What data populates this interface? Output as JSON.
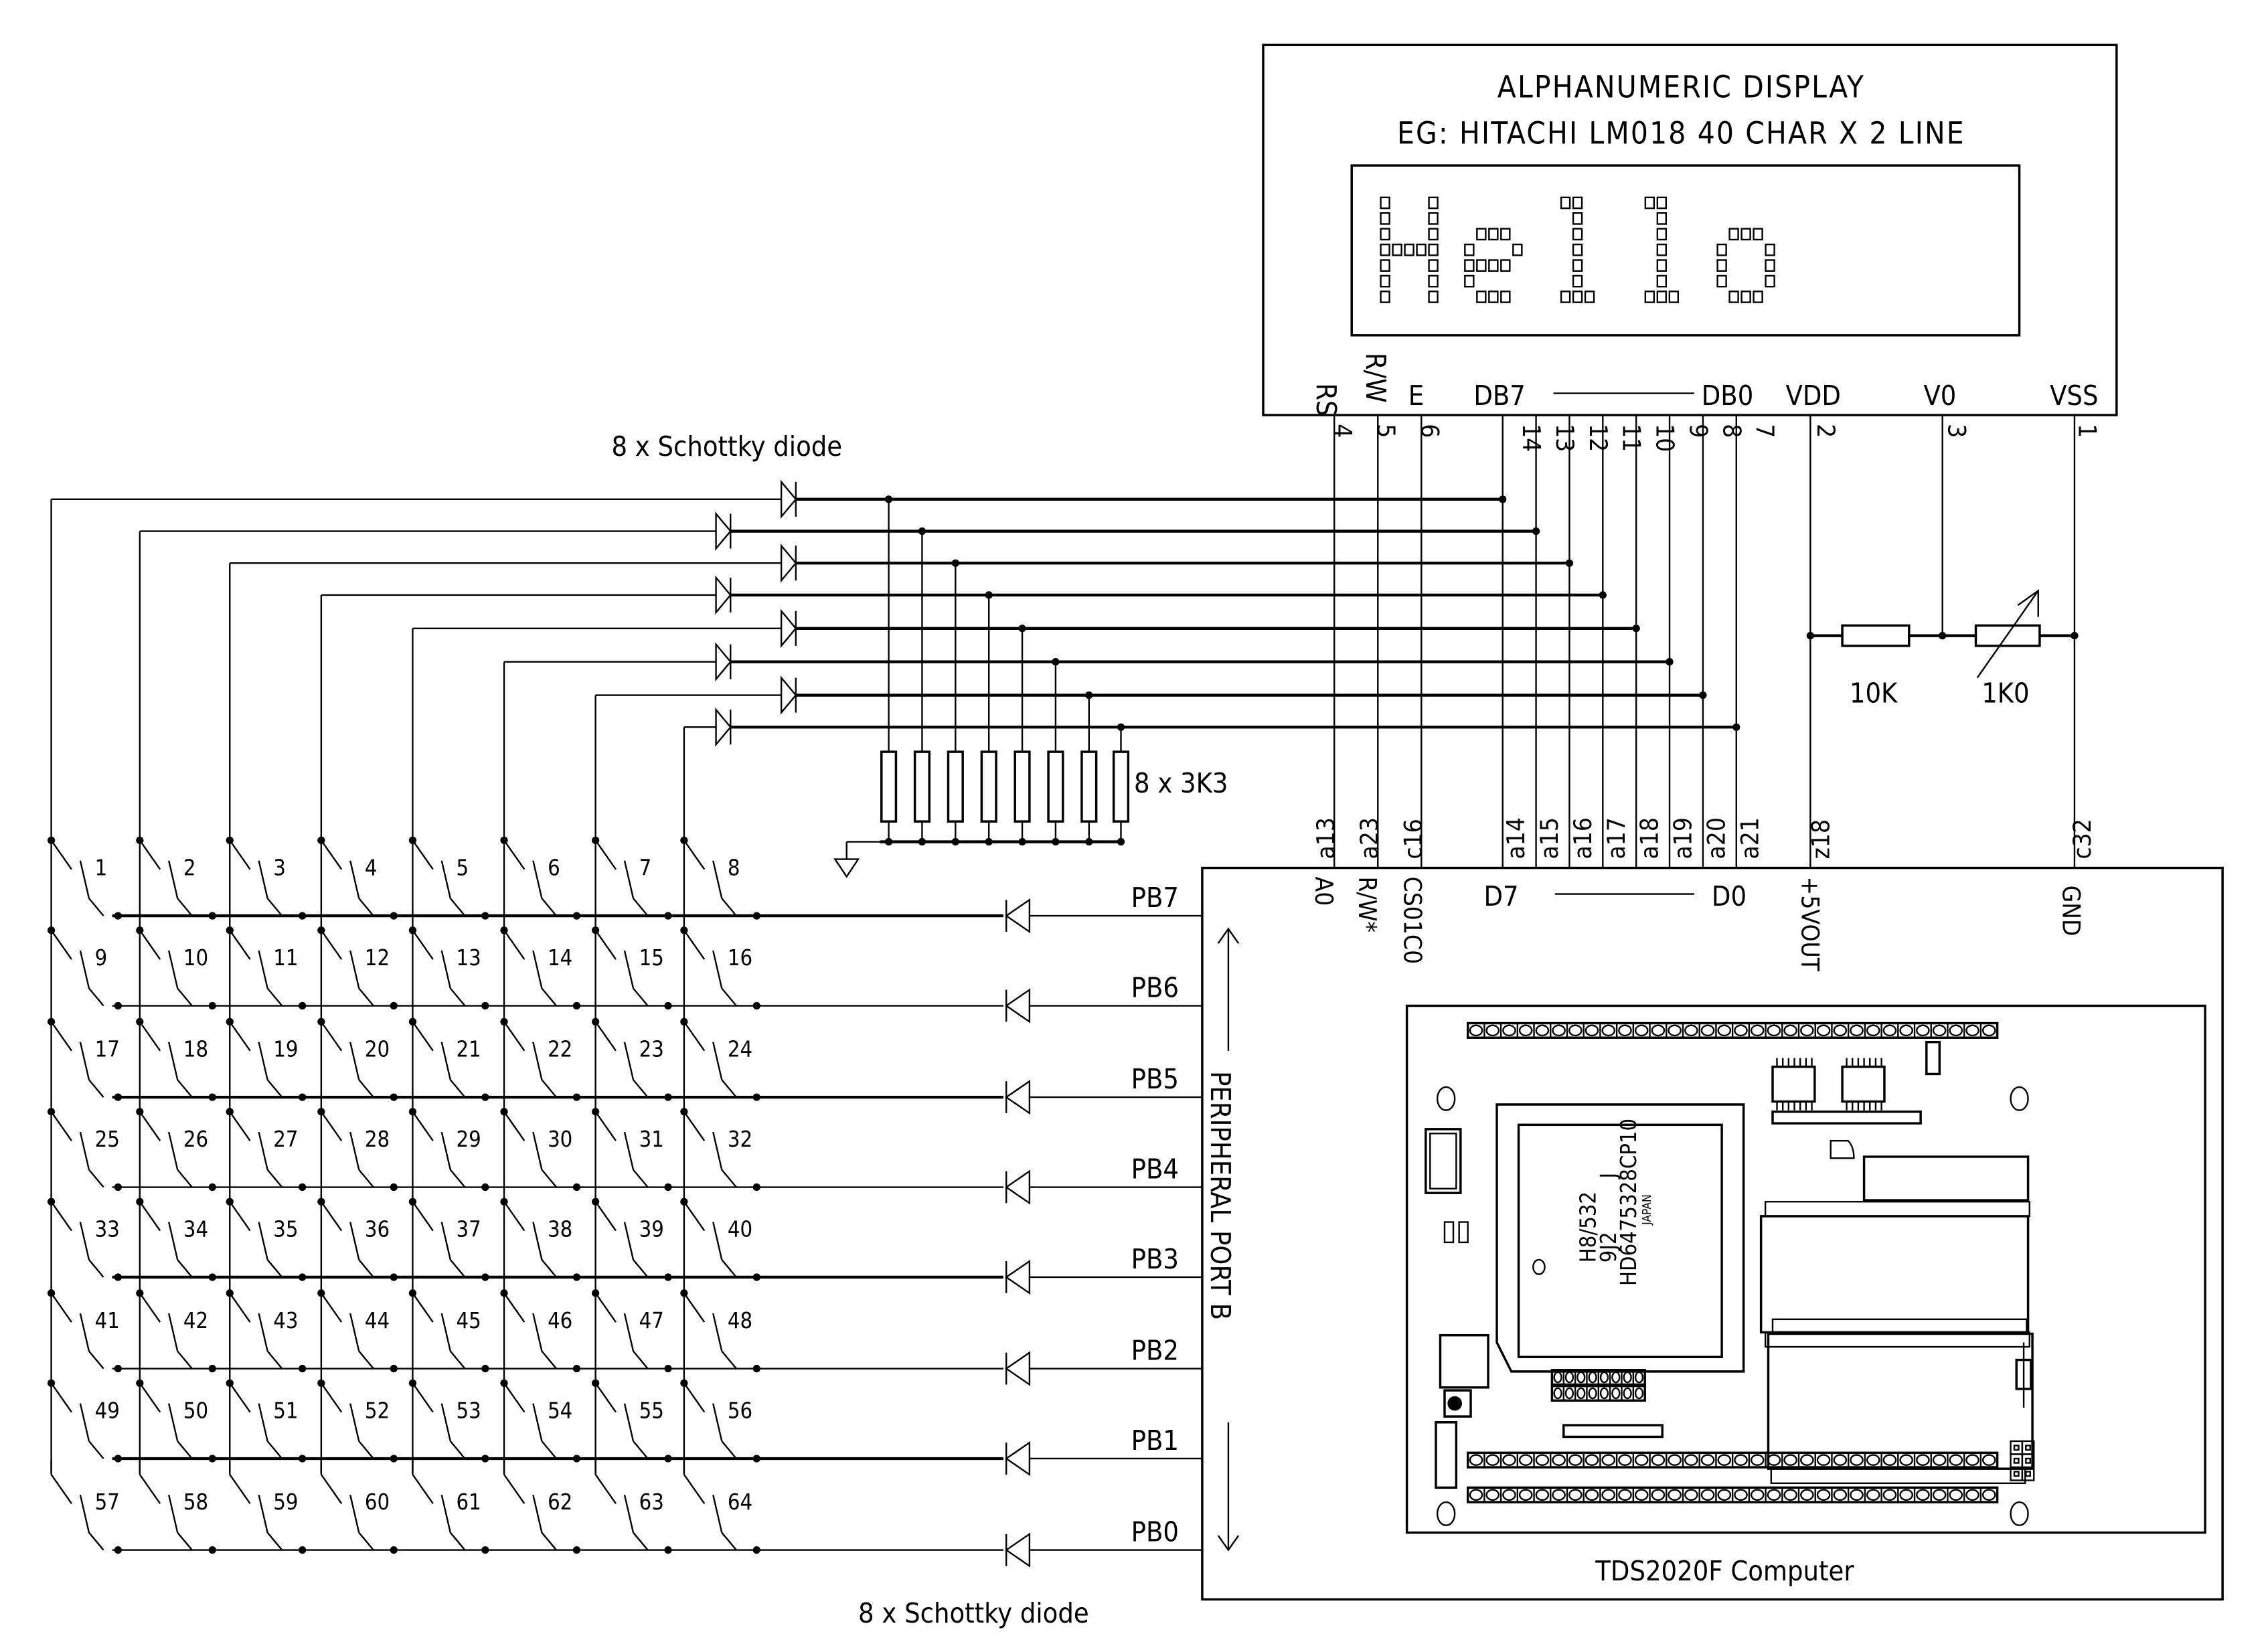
{
  "display": {
    "title": "ALPHANUMERIC DISPLAY",
    "subtitle": "EG: HITACHI LM018 40 CHAR X 2 LINE",
    "screen_text": "Hello",
    "signal_labels": {
      "rs": "RS",
      "rw": "R/W",
      "e": "E",
      "db7": "DB7",
      "db0": "DB0",
      "vdd": "VDD",
      "v0": "V0",
      "vss": "VSS"
    },
    "pins": {
      "rs": "4",
      "rw": "5",
      "e": "6",
      "data": [
        "14",
        "13",
        "12",
        "11",
        "10",
        "9",
        "8",
        "7"
      ],
      "vdd": "2",
      "v0": "3",
      "vss": "1"
    }
  },
  "contrast": {
    "fixed_resistor": "10K",
    "variable_resistor": "1K0"
  },
  "pullups": {
    "label": "8 x 3K3"
  },
  "diodes": {
    "top_label": "8 x Schottky diode",
    "bottom_label": "8 x Schottky diode"
  },
  "keypad": {
    "keys": [
      "1",
      "2",
      "3",
      "4",
      "5",
      "6",
      "7",
      "8",
      "9",
      "10",
      "11",
      "12",
      "13",
      "14",
      "15",
      "16",
      "17",
      "18",
      "19",
      "20",
      "21",
      "22",
      "23",
      "24",
      "25",
      "26",
      "27",
      "28",
      "29",
      "30",
      "31",
      "32",
      "33",
      "34",
      "35",
      "36",
      "37",
      "38",
      "39",
      "40",
      "41",
      "42",
      "43",
      "44",
      "45",
      "46",
      "47",
      "48",
      "49",
      "50",
      "51",
      "52",
      "53",
      "54",
      "55",
      "56",
      "57",
      "58",
      "59",
      "60",
      "61",
      "62",
      "63",
      "64"
    ]
  },
  "computer": {
    "name": "TDS2020F Computer",
    "port_label": "PERIPHERAL PORT B",
    "port_pins": [
      "PB7",
      "PB6",
      "PB5",
      "PB4",
      "PB3",
      "PB2",
      "PB1",
      "PB0"
    ],
    "connector_pins": {
      "a0": "a13",
      "rw": "a23",
      "cs": "c16",
      "data": [
        "a14",
        "a15",
        "a16",
        "a17",
        "a18",
        "a19",
        "a20",
        "a21"
      ],
      "vout": "z18",
      "gnd": "c32"
    },
    "signal_labels": {
      "a0": "A0",
      "rw": "R/W*",
      "cs": "CS01C0",
      "d7": "D7",
      "d0": "D0",
      "vout": "+5VOUT",
      "gnd": "GND"
    },
    "chip": {
      "part": "H8/532",
      "code": "9J2",
      "suffix": "J",
      "number": "HD6475328CP10",
      "origin": "JAPAN"
    }
  }
}
